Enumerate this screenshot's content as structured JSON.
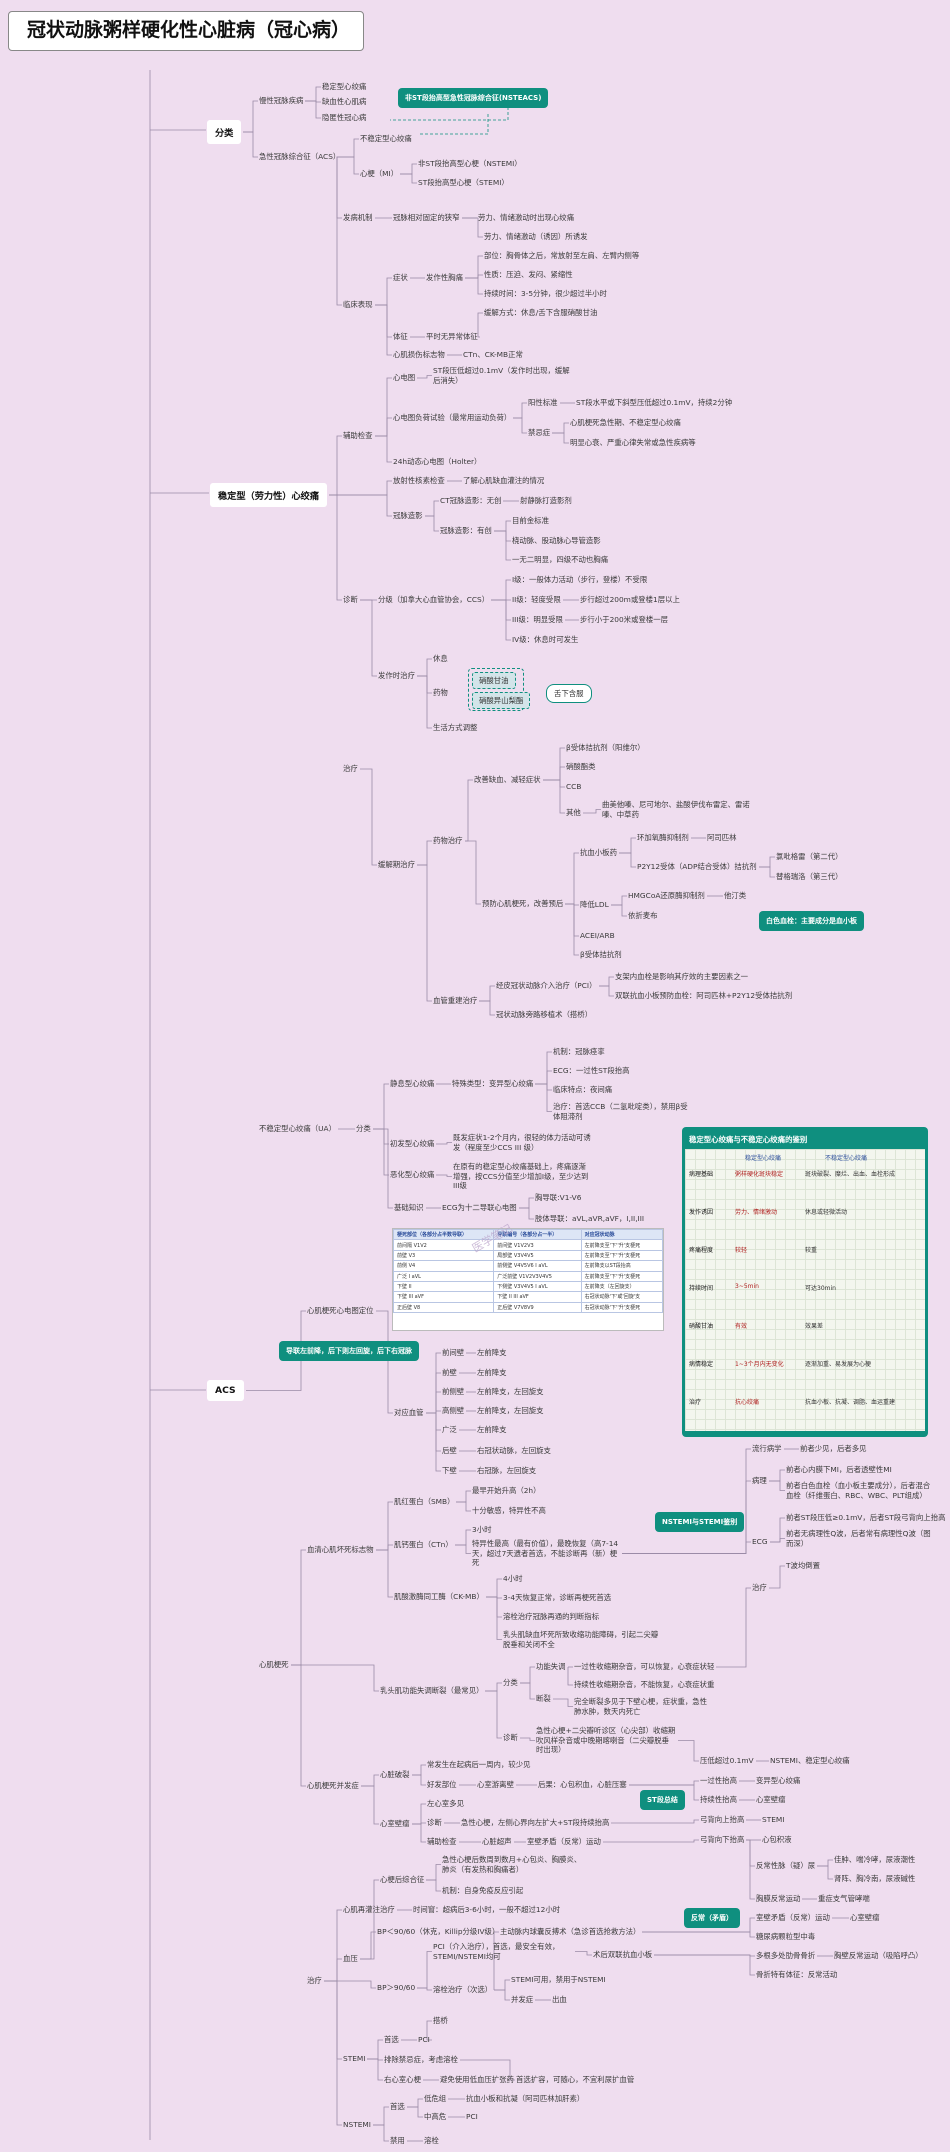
{
  "title": "冠状动脉粥样硬化性心脏病（冠心病）",
  "colors": {
    "accent": "#0f8f7f",
    "background": "#efddef",
    "line": "#9a8aa6"
  },
  "nodes": [
    [
      "分类",
      "big",
      207,
      120
    ],
    [
      "ACS",
      "big",
      207,
      1380
    ],
    [
      "慢性冠脉疾病",
      "n",
      259,
      96
    ],
    [
      "稳定型心绞痛",
      "n",
      322,
      82
    ],
    [
      "缺血性心肌病",
      "n",
      322,
      97
    ],
    [
      "隐匿性冠心病",
      "n",
      322,
      113
    ],
    [
      "急性冠脉综合征（ACS）",
      "n",
      259,
      152
    ],
    [
      "不稳定型心绞痛",
      "n",
      360,
      134
    ],
    [
      "心梗（MI）",
      "n",
      360,
      169
    ],
    [
      "非ST段抬高型心梗（NSTEMI）",
      "n",
      418,
      159
    ],
    [
      "ST段抬高型心梗（STEMI）",
      "n",
      418,
      178
    ],
    [
      "非ST段抬高型急性冠脉综合征(NSTEACS)",
      "tag",
      398,
      88
    ],
    [
      "稳定型（劳力性）心绞痛",
      "big",
      210,
      483
    ],
    [
      "发病机制",
      "n",
      343,
      213
    ],
    [
      "冠脉相对固定的狭窄",
      "n",
      393,
      213
    ],
    [
      "劳力、情绪激动时出现心绞痛",
      "n",
      478,
      213
    ],
    [
      "临床表现",
      "n",
      343,
      300
    ],
    [
      "症状",
      "n",
      393,
      273
    ],
    [
      "发作性胸痛",
      "n",
      426,
      273
    ],
    [
      "劳力、情绪激动（诱因）所诱发",
      "n",
      484,
      232
    ],
    [
      "部位：胸骨体之后，常放射至左肩、左臂内侧等",
      "n",
      484,
      251
    ],
    [
      "性质：压迫、发闷、紧缩性",
      "n",
      484,
      270
    ],
    [
      "持续时间：3-5分钟，很少超过半小时",
      "n",
      484,
      289
    ],
    [
      "缓解方式：休息/舌下含服硝酸甘油",
      "n",
      484,
      308
    ],
    [
      "体征",
      "n",
      393,
      332
    ],
    [
      "平时无异常体征",
      "n",
      426,
      332
    ],
    [
      "辅助检查",
      "n",
      343,
      431
    ],
    [
      "心肌损伤标志物",
      "n",
      393,
      350
    ],
    [
      "CTn、CK-MB正常",
      "n",
      463,
      350
    ],
    [
      "心电图",
      "n",
      393,
      373
    ],
    [
      "ST段压低超过0.1mV（发作时出现，缓解后消失）",
      "n w",
      433,
      366,
      140
    ],
    [
      "心电图负荷试验（最常用运动负荷）",
      "n",
      393,
      413
    ],
    [
      "阳性标准",
      "n",
      528,
      398
    ],
    [
      "ST段水平或下斜型压低超过0.1mV，持续2分钟",
      "n",
      576,
      398
    ],
    [
      "禁忌症",
      "n",
      528,
      428
    ],
    [
      "心肌梗死急性期、不稳定型心绞痛",
      "n",
      570,
      418
    ],
    [
      "明显心衰、严重心律失常或急性疾病等",
      "n",
      570,
      438
    ],
    [
      "24h动态心电图（Holter）",
      "n",
      393,
      457
    ],
    [
      "放射性核素检查",
      "n",
      393,
      476
    ],
    [
      "了解心肌缺血灌注的情况",
      "n",
      463,
      476
    ],
    [
      "冠脉造影",
      "n",
      393,
      511
    ],
    [
      "CT冠脉造影：无创",
      "n",
      440,
      496
    ],
    [
      "射静脉打造影剂",
      "n",
      520,
      496
    ],
    [
      "冠脉造影：有创",
      "n",
      440,
      526
    ],
    [
      "目前金标准",
      "n",
      512,
      516
    ],
    [
      "桡动脉、股动脉心导管造影",
      "n",
      512,
      536
    ],
    [
      "诊断",
      "n",
      343,
      595
    ],
    [
      "分级（加拿大心血管协会，CCS）",
      "n",
      378,
      595
    ],
    [
      "一无二明显，四级不动也胸痛",
      "n",
      512,
      555
    ],
    [
      "I级：一般体力活动（步行，登楼）不受限",
      "n",
      512,
      575
    ],
    [
      "II级：轻度受限",
      "n",
      512,
      595
    ],
    [
      "步行超过200m或登楼1层以上",
      "n",
      580,
      595
    ],
    [
      "III级：明显受限",
      "n",
      512,
      615
    ],
    [
      "步行小于200米或登楼一层",
      "n",
      580,
      615
    ],
    [
      "IV级：休息时可发生",
      "n",
      512,
      635
    ],
    [
      "治疗",
      "n",
      343,
      764
    ],
    [
      "发作时治疗",
      "n",
      378,
      671
    ],
    [
      "休息",
      "n",
      433,
      654
    ],
    [
      "药物",
      "n",
      433,
      688
    ],
    [
      "舌下含服",
      "pill",
      546,
      684
    ],
    [
      "生活方式调整",
      "n",
      433,
      723
    ],
    [
      "缓解期治疗",
      "n",
      378,
      860
    ],
    [
      "药物治疗",
      "n",
      433,
      836
    ],
    [
      "改善缺血、减轻症状",
      "n",
      474,
      775
    ],
    [
      "β受体拮抗剂（阳维尔）",
      "n",
      566,
      743
    ],
    [
      "硝酸酯类",
      "n",
      566,
      762
    ],
    [
      "CCB",
      "n",
      566,
      782
    ],
    [
      "其他",
      "n",
      566,
      808
    ],
    [
      "曲美他嗪、尼可地尔、盐酸伊伐布雷定、雷诺嗪、中草药",
      "n w",
      602,
      800,
      150
    ],
    [
      "预防心肌梗死，改善预后",
      "n",
      482,
      899
    ],
    [
      "抗血小板药",
      "n",
      580,
      848
    ],
    [
      "环加氧酶抑制剂",
      "n",
      637,
      833
    ],
    [
      "阿司匹林",
      "n",
      707,
      833
    ],
    [
      "P2Y12受体（ADP结合受体）拮抗剂",
      "n",
      637,
      862
    ],
    [
      "氯吡格雷（第二代）",
      "n",
      776,
      852
    ],
    [
      "替格瑞洛（第三代）",
      "n",
      776,
      872
    ],
    [
      "降低LDL",
      "n",
      580,
      900
    ],
    [
      "HMGCoA还原酶抑制剂",
      "n",
      628,
      891
    ],
    [
      "他汀类",
      "n",
      724,
      891
    ],
    [
      "依折麦布",
      "n",
      628,
      911
    ],
    [
      "ACEI/ARB",
      "n",
      580,
      931
    ],
    [
      "β受体拮抗剂",
      "n",
      580,
      950
    ],
    [
      "血管重建治疗",
      "n",
      433,
      996
    ],
    [
      "经皮冠状动脉介入治疗（PCI）",
      "n",
      496,
      981
    ],
    [
      "支架内血栓是影响其疗效的主要因素之一",
      "n",
      615,
      972
    ],
    [
      "双联抗血小板预防血栓：阿司匹林+P2Y12受体拮抗剂",
      "n",
      615,
      991
    ],
    [
      "冠状动脉旁路移植术（搭桥）",
      "n",
      496,
      1010
    ],
    [
      "白色血栓：主要成分是血小板",
      "tag",
      759,
      911
    ],
    [
      "不稳定型心绞痛（UA）",
      "n",
      259,
      1124
    ],
    [
      "分类",
      "n",
      356,
      1124
    ],
    [
      "静息型心绞痛",
      "n",
      390,
      1079
    ],
    [
      "特殊类型：变异型心绞痛",
      "n",
      452,
      1079
    ],
    [
      "机制：冠脉痉挛",
      "n",
      553,
      1047
    ],
    [
      "ECG：一过性ST段抬高",
      "n",
      553,
      1066
    ],
    [
      "临床特点：夜间痛",
      "n",
      553,
      1085
    ],
    [
      "治疗：首选CCB（二氢吡啶类），禁用β受体阻滞剂",
      "n w",
      553,
      1102,
      140
    ],
    [
      "初发型心绞痛",
      "n",
      390,
      1139
    ],
    [
      "既发症状1-2个月内，很轻的体力活动可诱发（程度至少CCS III 级）",
      "n w",
      453,
      1133,
      142
    ],
    [
      "恶化型心绞痛",
      "n",
      390,
      1170
    ],
    [
      "在原有的稳定型心绞痛基础上，疼痛逐渐增强，按CCS分值至少增加I级，至少达到III级",
      "n w",
      453,
      1162,
      140
    ],
    [
      "心肌梗死",
      "n",
      259,
      1660
    ],
    [
      "心肌梗死心电图定位",
      "n",
      307,
      1306
    ],
    [
      "基础知识",
      "n",
      394,
      1203
    ],
    [
      "ECG为十二导联心电图",
      "n",
      442,
      1203
    ],
    [
      "胸导联:V1-V6",
      "n",
      535,
      1193
    ],
    [
      "肢体导联：aVL,aVR,aVF，I,II,III",
      "n",
      535,
      1214
    ],
    [
      "对应血管",
      "n",
      394,
      1408
    ],
    [
      "前间壁",
      "n",
      442,
      1348
    ],
    [
      "左前降支",
      "n",
      477,
      1348
    ],
    [
      "前壁",
      "n",
      442,
      1368
    ],
    [
      "左前降支",
      "n",
      477,
      1368
    ],
    [
      "前侧壁",
      "n",
      442,
      1387
    ],
    [
      "左前降支，左回旋支",
      "n",
      477,
      1387
    ],
    [
      "高侧壁",
      "n",
      442,
      1406
    ],
    [
      "左前降支，左回旋支",
      "n",
      477,
      1406
    ],
    [
      "广泛",
      "n",
      442,
      1425
    ],
    [
      "左前降支",
      "n",
      477,
      1425
    ],
    [
      "后壁",
      "n",
      442,
      1446
    ],
    [
      "右冠状动脉，左回旋支",
      "n",
      477,
      1446
    ],
    [
      "下壁",
      "n",
      442,
      1466
    ],
    [
      "右冠脉，左回旋支",
      "n",
      477,
      1466
    ],
    [
      "导联左前降，后下则左回旋，后下右冠脉",
      "tag",
      279,
      1341
    ],
    [
      "血清心肌坏死标志物",
      "n",
      307,
      1545
    ],
    [
      "肌红蛋白（SMB）",
      "n",
      394,
      1497
    ],
    [
      "最早开始升高（2h）",
      "n",
      472,
      1486
    ],
    [
      "十分敏感，特异性不高",
      "n",
      472,
      1506
    ],
    [
      "肌钙蛋白（CTn）",
      "n",
      394,
      1540
    ],
    [
      "3小时",
      "n",
      472,
      1525
    ],
    [
      "特异性最高（最有价值），最晚恢复（高7-14天，超过7天遗者首选，不能诊断再（新）梗死",
      "n w",
      472,
      1539,
      148
    ],
    [
      "肌酸激酶同工酶（CK-MB）",
      "n",
      394,
      1592
    ],
    [
      "4小时",
      "n",
      503,
      1574
    ],
    [
      "3-4天恢复正常，诊断再梗死首选",
      "n",
      503,
      1593
    ],
    [
      "溶栓治疗冠脉再通的判断指标",
      "n",
      503,
      1612
    ],
    [
      "心肌梗死并发症",
      "n",
      307,
      1781
    ],
    [
      "乳头肌功能失调断裂（最常见）",
      "n",
      380,
      1686
    ],
    [
      "乳头肌缺血坏死所致收缩功能障碍，引起二尖瓣脱垂和关闭不全",
      "n w",
      503,
      1630,
      160
    ],
    [
      "分类",
      "n",
      503,
      1678
    ],
    [
      "功能失调",
      "n",
      536,
      1662
    ],
    [
      "一过性收缩期杂音，可以恢复，心衰症状轻",
      "n",
      574,
      1662
    ],
    [
      "断裂",
      "n",
      536,
      1694
    ],
    [
      "持续性收缩期杂音，不能恢复，心衰症状重",
      "n",
      574,
      1680
    ],
    [
      "完全断裂多见于下壁心梗，症状重，急性肺水肿，数天内死亡",
      "n w",
      574,
      1697,
      140
    ],
    [
      "诊断",
      "n",
      503,
      1733
    ],
    [
      "急性心梗+二尖瓣听诊区（心尖部）收缩期吹风样杂音或中晚期喀喇音（二尖瓣脱垂时出现）",
      "n w",
      536,
      1726,
      140
    ],
    [
      "心脏破裂",
      "n",
      380,
      1770
    ],
    [
      "常发生在起病后一周内，较少见",
      "n",
      427,
      1760
    ],
    [
      "好发部位",
      "n",
      427,
      1780
    ],
    [
      "心室游离壁",
      "n",
      477,
      1780
    ],
    [
      "后果：心包积血，心脏压塞",
      "n",
      538,
      1780
    ],
    [
      "心室壁瘤",
      "n",
      380,
      1819
    ],
    [
      "左心室多见",
      "n",
      427,
      1799
    ],
    [
      "诊断",
      "n",
      427,
      1818
    ],
    [
      "急性心梗，左侧心界向左扩大+ST段持续抬高",
      "n",
      461,
      1818
    ],
    [
      "辅助检查",
      "n",
      427,
      1837
    ],
    [
      "心脏超声",
      "n",
      482,
      1837
    ],
    [
      "室壁矛盾（反常）运动",
      "n",
      527,
      1837
    ],
    [
      "心梗后综合征",
      "n",
      380,
      1875
    ],
    [
      "急性心梗后数周到数月+心包炎、胸膜炎、肺炎（有发热和胸痛者）",
      "n w",
      442,
      1855,
      140
    ],
    [
      "机制：自身免疫反应引起",
      "n",
      442,
      1886
    ],
    [
      "ST段总结",
      "tag",
      640,
      1790
    ],
    [
      "压低超过0.1mV",
      "n",
      700,
      1756
    ],
    [
      "NSTEMI、稳定型心绞痛",
      "n",
      770,
      1756
    ],
    [
      "一过性抬高",
      "n",
      700,
      1776
    ],
    [
      "变异型心绞痛",
      "n",
      756,
      1776
    ],
    [
      "持续性抬高",
      "n",
      700,
      1795
    ],
    [
      "心室壁瘤",
      "n",
      756,
      1795
    ],
    [
      "弓背向上抬高",
      "n",
      700,
      1815
    ],
    [
      "STEMI",
      "n",
      762,
      1815
    ],
    [
      "弓背向下抬高",
      "n",
      700,
      1835
    ],
    [
      "心包积液",
      "n",
      762,
      1835
    ],
    [
      "治疗",
      "n",
      307,
      1976
    ],
    [
      "心肌再灌注治疗",
      "n",
      343,
      1905
    ],
    [
      "时间窗：超病后3-6小时，一般不超过12小时",
      "n",
      413,
      1905
    ],
    [
      "血压",
      "n",
      343,
      1954
    ],
    [
      "BP＜90/60（休克，Killip分级IV级）",
      "n",
      377,
      1927
    ],
    [
      "主动脉内球囊反搏术（急诊首选抢救方法）",
      "n",
      500,
      1927
    ],
    [
      "BP＞90/60",
      "n",
      377,
      1983
    ],
    [
      "PCI（介入治疗），首选，最安全有效，STEMI/NSTEMI均可",
      "n w",
      433,
      1942,
      140
    ],
    [
      "术后双联抗血小板",
      "n",
      593,
      1950
    ],
    [
      "溶栓治疗（次选）",
      "n",
      433,
      1985
    ],
    [
      "STEMI可用，禁用于NSTEMI",
      "n",
      511,
      1975
    ],
    [
      "并发症",
      "n",
      511,
      1995
    ],
    [
      "出血",
      "n",
      552,
      1995
    ],
    [
      "搭桥",
      "n",
      433,
      2016
    ],
    [
      "STEMI",
      "n",
      343,
      2054
    ],
    [
      "首选",
      "n",
      384,
      2035
    ],
    [
      "PCI",
      "n",
      418,
      2035
    ],
    [
      "排除禁忌症，考虑溶栓",
      "n",
      384,
      2055
    ],
    [
      "右心室心梗",
      "n",
      384,
      2075
    ],
    [
      "避免使用低血压扩张药",
      "n",
      440,
      2075
    ],
    [
      "首选扩容，可随心，不宜利尿扩血管",
      "n",
      516,
      2075
    ],
    [
      "NSTEMI",
      "n",
      343,
      2120
    ],
    [
      "首选",
      "n",
      390,
      2102
    ],
    [
      "低危组",
      "n",
      424,
      2094
    ],
    [
      "抗血小板和抗凝（阿司匹林加肝素）",
      "n",
      466,
      2094
    ],
    [
      "中高危",
      "n",
      424,
      2112
    ],
    [
      "PCI",
      "n",
      466,
      2112
    ],
    [
      "禁用",
      "n",
      390,
      2136
    ],
    [
      "溶栓",
      "n",
      424,
      2136
    ],
    [
      "NSTEMI与STEMI鉴别",
      "tag",
      655,
      1512
    ],
    [
      "流行病学",
      "n",
      752,
      1444
    ],
    [
      "前者少见，后者多见",
      "n",
      800,
      1444
    ],
    [
      "病理",
      "n",
      752,
      1476
    ],
    [
      "前者心内膜下MI，后者透壁性MI",
      "n",
      786,
      1465
    ],
    [
      "前者白色血栓（血小板主要成分），后者混合血栓（纤维蛋白、RBC、WBC、PLT组成）",
      "n w",
      786,
      1481,
      150
    ],
    [
      "ECG",
      "n",
      752,
      1537
    ],
    [
      "前者ST段压低≥0.1mV，后者ST段弓背向上抬高",
      "n",
      786,
      1513
    ],
    [
      "前者无病理性Q波，后者常有病理性Q波（图而深）",
      "n w",
      786,
      1529,
      150
    ],
    [
      "T波均倒置",
      "n",
      786,
      1561
    ],
    [
      "治疗",
      "n",
      752,
      1583
    ],
    [
      "反常（矛盾）",
      "tag",
      684,
      1908
    ],
    [
      "反常性脉（疑）尿",
      "n",
      756,
      1861
    ],
    [
      "佳肿、喘冷哮，尿液潮性",
      "n",
      834,
      1855
    ],
    [
      "肾阵、胸冷南，尿液碱性",
      "n",
      834,
      1874
    ],
    [
      "胸膜反常运动",
      "n",
      756,
      1894
    ],
    [
      "重症支气管哮喘",
      "n",
      818,
      1894
    ],
    [
      "室壁矛盾（反常）运动",
      "n",
      756,
      1913
    ],
    [
      "心室壁瘤",
      "n",
      850,
      1913
    ],
    [
      "糖尿病颗粒型中毒",
      "n",
      756,
      1932
    ],
    [
      "多根多处肋骨骨折",
      "n",
      756,
      1951
    ],
    [
      "胸壁反常运动（吸陷呼凸）",
      "n",
      834,
      1951
    ],
    [
      "骨折特有体征：反常活动",
      "n",
      756,
      1970
    ]
  ],
  "drugs": [
    "硝酸甘油",
    "硝酸异山梨酯"
  ],
  "ecg_table": {
    "header": [
      "梗死部位（各部分占半数导联）",
      "导联编号（各部分占一半）",
      "对应冠状动脉"
    ],
    "rows": [
      [
        "前间隔 V1V2",
        "前间壁 V1V2V3",
        "左前降支至'下''升'支梗死"
      ],
      [
        "前壁 V3",
        "局部壁 V3V4V5",
        "左前降支至'下''升'支梗死"
      ],
      [
        "前侧 V4",
        "前侧壁 V4V5V6 I aVL",
        "左前降支以ST段抬高"
      ],
      [
        "广泛 I aVL",
        "广泛前壁 V1V2V3V4V5",
        "左前降支至'下''升'支梗死"
      ],
      [
        "下壁 II",
        "下侧壁 V3V4V5 I aVL",
        "左前降支（左回旋支）"
      ],
      [
        "下壁 III aVF",
        "下壁 II III aVF",
        "右冠状动脉'下'或'回旋'支"
      ],
      [
        "正后壁 V8",
        "正后壁 V7V8V9",
        "右冠状动脉'下''升'支梗死"
      ]
    ]
  },
  "comparison": {
    "title": "稳定型心绞痛与不稳定心绞痛的鉴别",
    "cols": [
      "稳定型心绞痛",
      "不稳定型心绞痛"
    ],
    "rows": [
      [
        "病理基础",
        "粥样硬化斑块稳定",
        "斑块破裂、糜烂、出血、血栓形成"
      ],
      [
        "发作诱因",
        "劳力、情绪激动",
        "休息或轻微活动"
      ],
      [
        "疼痛程度",
        "较轻",
        "较重"
      ],
      [
        "持续时间",
        "3~5min",
        "可达30min"
      ],
      [
        "硝酸甘油",
        "有效",
        "效果差"
      ],
      [
        "病情稳定",
        "1~3个月内无变化",
        "逐渐加重、易发展为心梗"
      ],
      [
        "治疗",
        "抗心绞痛",
        "抗血小板、抗凝、调脂、血运重建"
      ]
    ]
  },
  "watermark": "医学笔记"
}
